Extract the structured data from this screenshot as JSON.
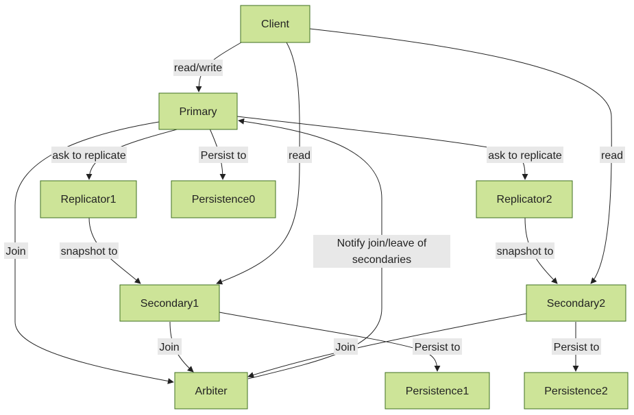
{
  "nodes": {
    "client": "Client",
    "primary": "Primary",
    "replicator1": "Replicator1",
    "persistence0": "Persistence0",
    "replicator2": "Replicator2",
    "secondary1": "Secondary1",
    "secondary2": "Secondary2",
    "arbiter": "Arbiter",
    "persistence1": "Persistence1",
    "persistence2": "Persistence2"
  },
  "edges": {
    "client_primary": "read/write",
    "primary_replicator1": "ask to replicate",
    "primary_persistence0": "Persist to",
    "client_secondary1": "read",
    "primary_replicator2": "ask to replicate",
    "client_secondary2": "read",
    "primary_arbiter": "Join",
    "replicator1_secondary1": "snapshot to",
    "arbiter_primary_line1": "Notify join/leave of",
    "arbiter_primary_line2": "secondaries",
    "replicator2_secondary2": "snapshot to",
    "secondary1_arbiter": "Join",
    "secondary2_arbiter": "Join",
    "secondary1_persistence1": "Persist to",
    "secondary2_persistence2": "Persist to"
  },
  "colors": {
    "node_fill": "#cde498",
    "node_stroke": "#3f6f21",
    "edge": "#222222",
    "label_bg": "#e8e8e8"
  }
}
